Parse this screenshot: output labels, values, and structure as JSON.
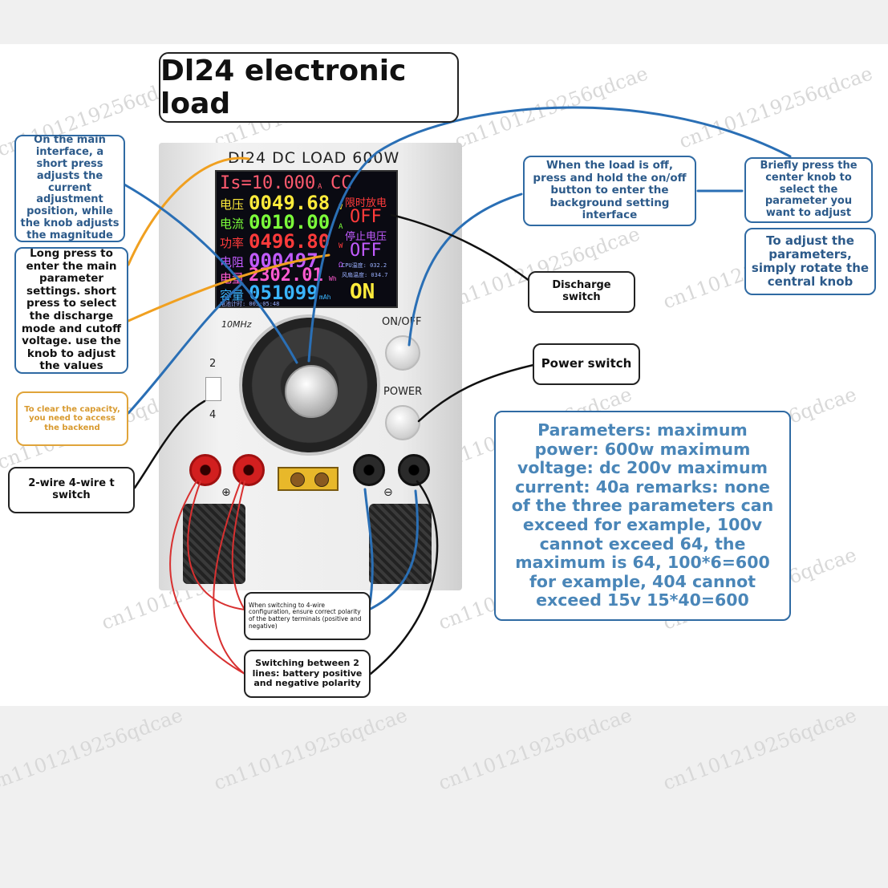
{
  "title": "Dl24 electronic load",
  "device": {
    "header": "Dl24 DC LOAD 600W",
    "brand": "10MHz",
    "on_off_label": "ON/OFF",
    "power_label": "POWER",
    "switch_top": "2",
    "switch_bottom": "4",
    "plus": "⊕",
    "minus": "⊖"
  },
  "screen": {
    "set_current": "Is=10.000",
    "unit_a": "A",
    "mode": "CC",
    "voltage_label": "电压",
    "voltage_value": "0049.68",
    "voltage_unit": "V",
    "current_label": "电流",
    "current_value": "0010.00",
    "current_unit": "A",
    "power_label": "功率",
    "power_value": "0496.80",
    "power_unit": "W",
    "resistance_label": "电阻",
    "resistance_value": "000497",
    "resistance_unit": "Ω",
    "energy_label": "电量",
    "energy_value": "2302.01",
    "energy_unit": "Wh",
    "capacity_label": "容量",
    "capacity_value": "051099",
    "capacity_unit": "mAh",
    "timer_label": "限时放电",
    "timer_state": "OFF",
    "cutoff_label": "停止电压",
    "cutoff_state": "OFF",
    "cpu_temp": "CPU温度: 032.2",
    "fan_temp": "风扇温度: 034.7",
    "discharge_time": "电池计时: 005:05:48",
    "output_state": "ON"
  },
  "callouts": {
    "main_interface": "On the main interface, a short press adjusts the current adjustment position, while the knob adjusts the magnitude",
    "long_press": "Long press to enter the main parameter settings. short press to select the discharge mode and cutoff voltage. use the knob to adjust the values",
    "clear_capacity": "To clear the capacity, you need to access the backend",
    "wire_switch": "2-wire 4-wire t switch",
    "load_off": "When the load is off, press and hold the on/off button to enter the background setting interface",
    "briefly_press": "Briefly press the center knob to select the parameter you want to adjust",
    "rotate": "To adjust the parameters, simply rotate the central knob",
    "discharge_switch": "Discharge switch",
    "power_switch": "Power switch",
    "four_wire_note": "When switching to 4-wire configuration, ensure correct polarity of the battery terminals (positive and negative)",
    "two_lines": "Switching between 2 lines: battery positive and negative polarity",
    "parameters": "Parameters: maximum power: 600w maximum voltage: dc 200v maximum current: 40a remarks: none of the three parameters can exceed for example, 100v cannot exceed 64, the maximum is 64, 100*6=600 for example, 404 cannot exceed 15v 15*40=600"
  },
  "watermark": "cn1101219256qdcae",
  "colors": {
    "callout_blue": "#2f6aa3",
    "orange_line": "#f0a020",
    "blue_line": "#2a6fb5",
    "red_line": "#d83030"
  }
}
